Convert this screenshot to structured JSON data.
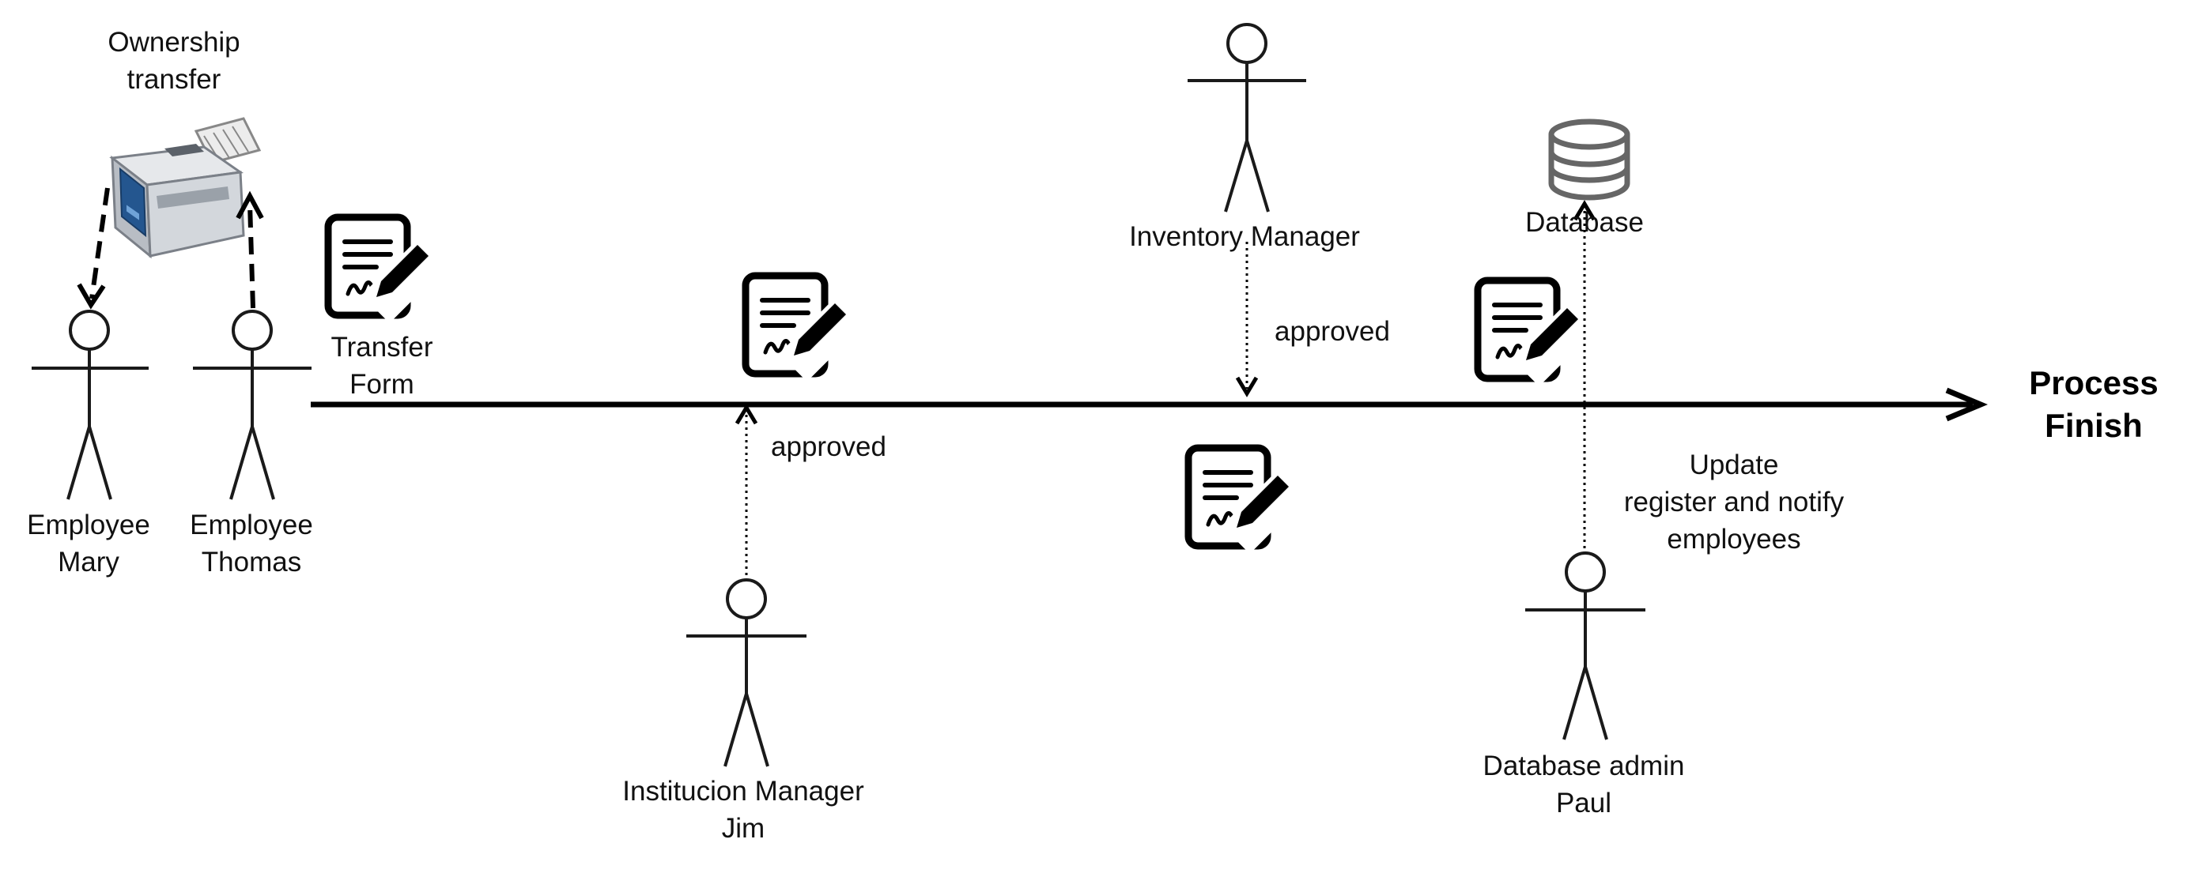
{
  "colors": {
    "stroke": "#000000",
    "actor": "#1a1a1a",
    "database": "#666666",
    "printer_body": "#cfd3d8",
    "printer_panel": "#24568f",
    "background": "#ffffff"
  },
  "icons": {
    "printer": "printer-icon",
    "form": "signed-document-icon",
    "database": "database-icon",
    "actor": "stick-figure-actor-icon"
  },
  "labels": {
    "ownership_transfer": [
      "Ownership",
      "transfer"
    ],
    "transfer_form": [
      "Transfer",
      "Form"
    ],
    "process_finish": [
      "Process",
      "Finish"
    ],
    "database": "Database",
    "approved_jim": "approved",
    "approved_inventory": "approved",
    "update_note": [
      "Update",
      "register and notify",
      "employees"
    ]
  },
  "actors": {
    "mary": [
      "Employee",
      "Mary"
    ],
    "thomas": [
      "Employee",
      "Thomas"
    ],
    "inventory_manager": [
      "Inventory Manager"
    ],
    "jim": [
      "Institucion Manager",
      "Jim"
    ],
    "paul": [
      "Database admin",
      "Paul"
    ]
  }
}
